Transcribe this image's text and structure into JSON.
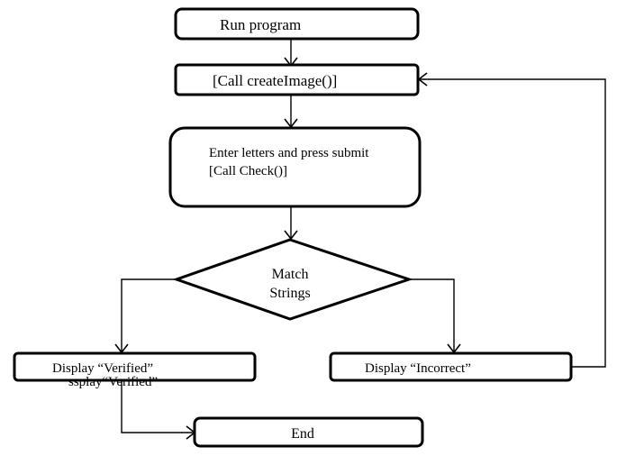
{
  "nodes": {
    "run_program": {
      "label": "Run program"
    },
    "create_image": {
      "label": "[Call createImage()]"
    },
    "enter_letters": {
      "line1": "Enter letters and press submit",
      "line2": "[Call Check()]"
    },
    "match_strings": {
      "line1": "Match",
      "line2": "Strings"
    },
    "display_verified": {
      "label": "Display “Verified”",
      "overlap_label": "ssplay“Verified”"
    },
    "display_incorrect": {
      "label": "Display “Incorrect”"
    },
    "end": {
      "label": "End"
    }
  }
}
